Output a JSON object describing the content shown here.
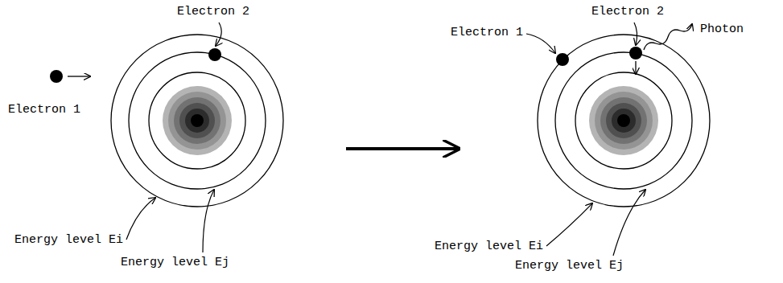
{
  "diagram": {
    "labels": [
      "Electron 1",
      "Electron 2",
      "Energy level Ei",
      "Energy level Ej",
      "Electron 1",
      "Electron 2",
      "Photon",
      "Energy level Ei",
      "Energy level Ej"
    ]
  }
}
